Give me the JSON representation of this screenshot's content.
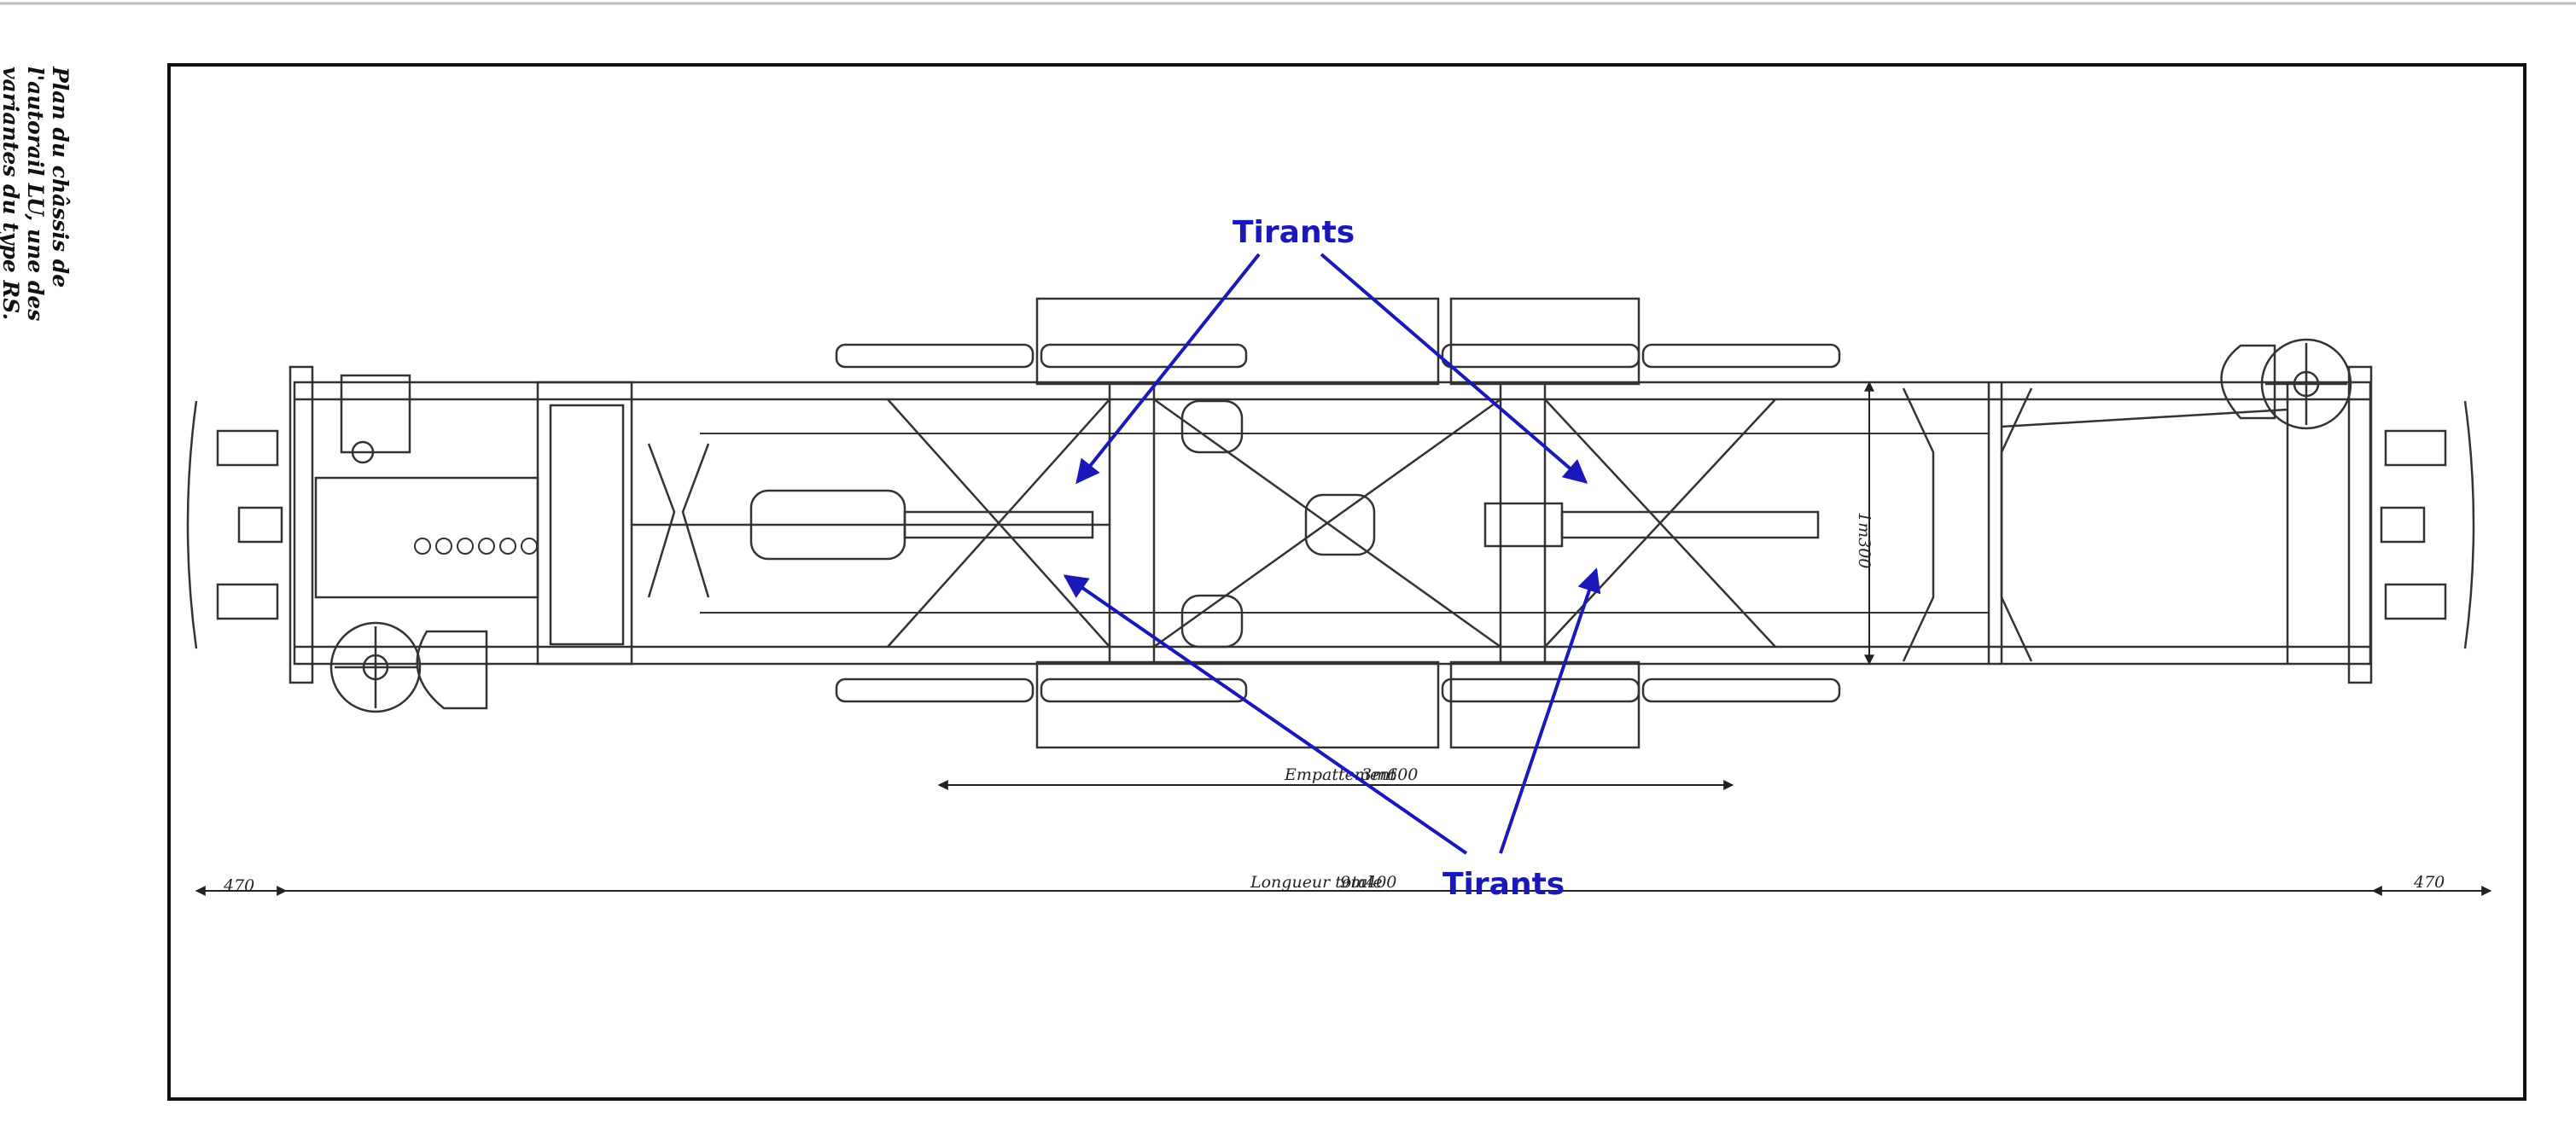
{
  "caption": {
    "line1": "Plan du châssis de",
    "line2": "l'autorail LU, une des",
    "line3": "variantes du type RS."
  },
  "labels": {
    "top": "Tirants",
    "bottom": "Tirants"
  },
  "dimensions": {
    "empattement_label": "Empattement",
    "empattement_value": "3m600",
    "longueur_label": "Longueur totale",
    "longueur_value": "9m400",
    "left_overhang": "470",
    "right_overhang": "470",
    "width_value": "1m300"
  },
  "colors": {
    "annotation": "#1a18b8",
    "ink": "#222222"
  }
}
